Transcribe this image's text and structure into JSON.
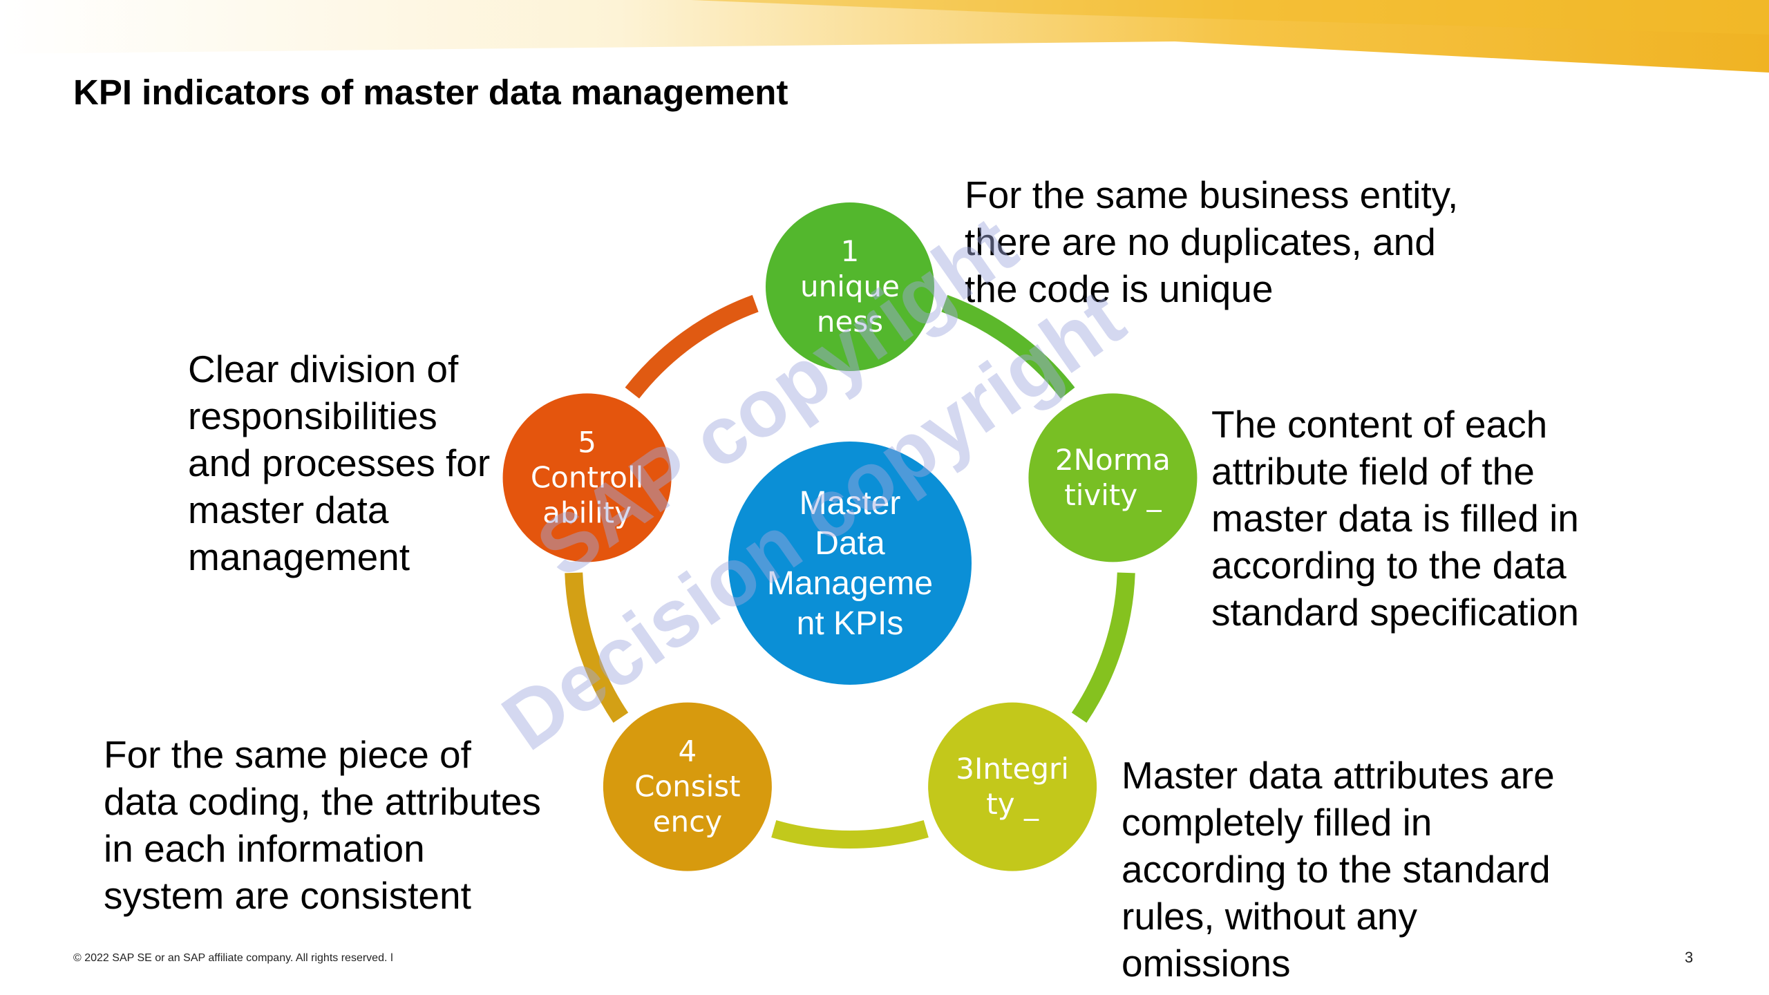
{
  "title": "KPI indicators of master data management",
  "center": {
    "label_lines": [
      "Master",
      "Data",
      "Manageme",
      "nt KPIs"
    ],
    "color": "#0b8fd6"
  },
  "nodes": [
    {
      "id": "uniqueness",
      "label_lines": [
        "1",
        "unique",
        "ness"
      ],
      "color": "#53b72d"
    },
    {
      "id": "normativity",
      "label_lines": [
        "2Norma",
        "tivity _"
      ],
      "color": "#78bf24"
    },
    {
      "id": "integrity",
      "label_lines": [
        "3Integri",
        "ty _"
      ],
      "color": "#c3c81b"
    },
    {
      "id": "consistency",
      "label_lines": [
        "4",
        "Consist",
        "ency"
      ],
      "color": "#d79a0e"
    },
    {
      "id": "controllability",
      "label_lines": [
        "5",
        "Controll",
        "ability"
      ],
      "color": "#e4550d"
    }
  ],
  "arc_colors": [
    "#5cb82b",
    "#85c21f",
    "#c2c91c",
    "#d3a015",
    "#e05a12"
  ],
  "descriptions": {
    "uniqueness": "For the same business entity,\nthere are no duplicates, and\nthe code is unique",
    "normativity": "The content of each\nattribute field of the\nmaster data is filled in\naccording to the data\nstandard specification",
    "integrity": "Master data attributes are\ncompletely filled in\naccording to the standard\nrules, without any\nomissions",
    "consistency": "For the same piece of\ndata coding, the attributes\nin each information\nsystem are consistent",
    "controllability": "Clear division of\nresponsibilities\nand processes for\nmaster data\nmanagement"
  },
  "watermark": {
    "line1": "SAP copyright",
    "line2": "Decision copyright",
    "color": "#9fa8dd"
  },
  "footer": "© 2022 SAP SE or an SAP affiliate company. All rights reserved.  ǀ",
  "page_number": "3",
  "brand_colors": {
    "accent": "#f0b323",
    "accent_light": "#fde8b0"
  }
}
